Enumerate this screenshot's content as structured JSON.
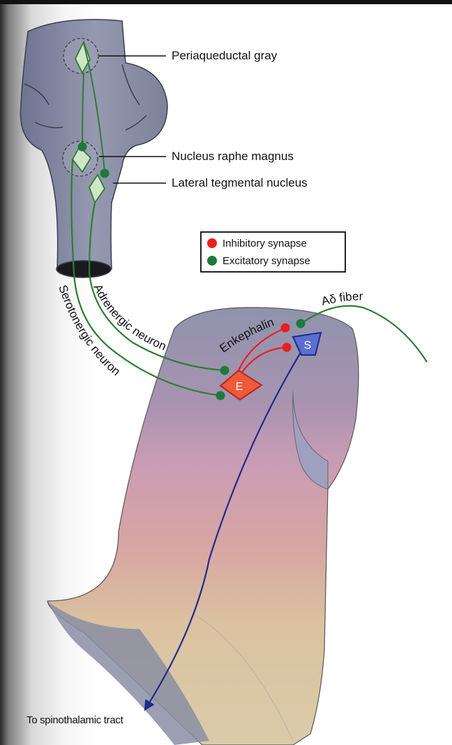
{
  "labels": {
    "periaqueductal_gray": "Periaqueductal gray",
    "nucleus_raphe_magnus": "Nucleus raphe magnus",
    "lateral_tegmental_nucleus": "Lateral tegmental nucleus",
    "adrenergic_neuron": "Adrenergic neuron",
    "serotonergic_neuron": "Serotonergic neuron",
    "enkephalin": "Enkephalin",
    "a_delta_fiber": "Aδ fiber",
    "spinothalamic_tract": "To spinothalamic tract",
    "neuron_e": "E",
    "neuron_s": "S"
  },
  "legend": {
    "inhibitory": "Inhibitory synapse",
    "excitatory": "Excitatory synapse"
  },
  "colors": {
    "inhibitory": "#e8201c",
    "excitatory": "#1d7a3c",
    "pathway_green": "#2e7d32",
    "tract_blue": "#1c2b8c",
    "brainstem": "#8a8fa6",
    "cord_purple": "#8f93ad",
    "cord_pink": "#c49bb0",
    "cord_tan": "#d9c6a0",
    "neuron_e_fill": "#ee5a3a",
    "neuron_s_fill": "#5b6fd1"
  }
}
